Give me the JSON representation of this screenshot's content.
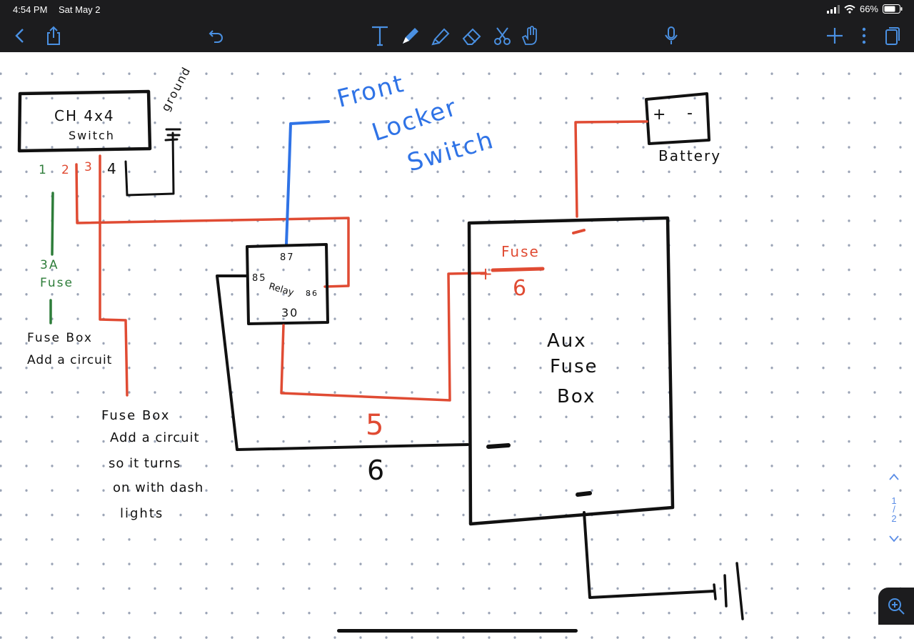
{
  "status": {
    "time": "4:54 PM",
    "date": "Sat May 2",
    "battery": "66%"
  },
  "toolbar": {
    "icons": [
      "chevron-left-icon",
      "share-icon",
      "undo-icon",
      "text-tool-icon",
      "pen-icon",
      "highlighter-icon",
      "eraser-icon",
      "scissors-icon",
      "hand-icon",
      "microphone-icon",
      "plus-icon",
      "more-icon",
      "pages-icon"
    ],
    "accent": "#4a90e2"
  },
  "drawing": {
    "switch_line1": "CH 4x4",
    "switch_line2": "Switch",
    "ground": "ground",
    "front_locker_1": "Front",
    "front_locker_2": "Locker",
    "front_locker_3": "Switch",
    "battery_plus": "+",
    "battery_minus": "-",
    "battery": "Battery",
    "pin1": "1",
    "pin2": "2",
    "pin3": "3",
    "pin4": "4",
    "fuse3a_1": "3A",
    "fuse3a_2": "Fuse",
    "fusebox1_1": "Fuse Box",
    "fusebox1_2": "Add a circuit",
    "fusebox2_1": "Fuse Box",
    "fusebox2_2": "Add a circuit",
    "fusebox2_3": "so it turns",
    "fusebox2_4": "on with dash",
    "fusebox2_5": "lights",
    "relay_87": "87",
    "relay_85": "85",
    "relay_label": "Relay",
    "relay_86": "86",
    "relay_30": "30",
    "aux_fuse_label": "Fuse",
    "aux_fuse_6": "6",
    "aux_line1": "Aux",
    "aux_line2": "Fuse",
    "aux_line3": "Box",
    "plus_mark": "+",
    "minus_mark": "-",
    "gauge_5": "5",
    "gauge_6": "6",
    "colors": {
      "red": "#e04b33",
      "blue": "#2f73e6",
      "green": "#2e7d3a",
      "black": "#111111"
    }
  },
  "pager": {
    "current": "1",
    "total": "2"
  }
}
